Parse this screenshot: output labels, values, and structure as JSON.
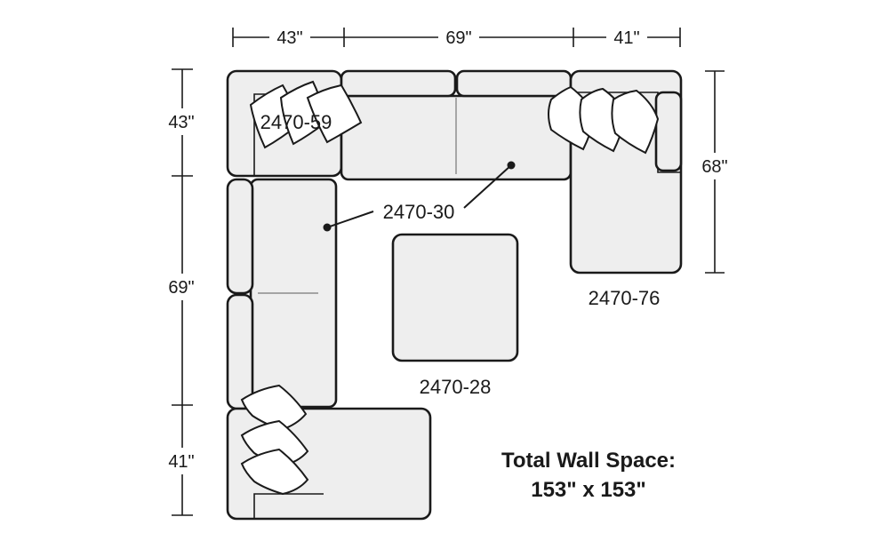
{
  "dimensions": {
    "top": [
      "43\"",
      "69\"",
      "41\""
    ],
    "left": [
      "43\"",
      "69\"",
      "41\""
    ],
    "right": "68\""
  },
  "labels": {
    "corner": "2470-59",
    "armless_loveseat": "2470-30",
    "chaise_right": "2470-76",
    "ottoman": "2470-28"
  },
  "total_wall_space": {
    "line1": "Total Wall Space:",
    "line2": "153\" x 153\""
  }
}
